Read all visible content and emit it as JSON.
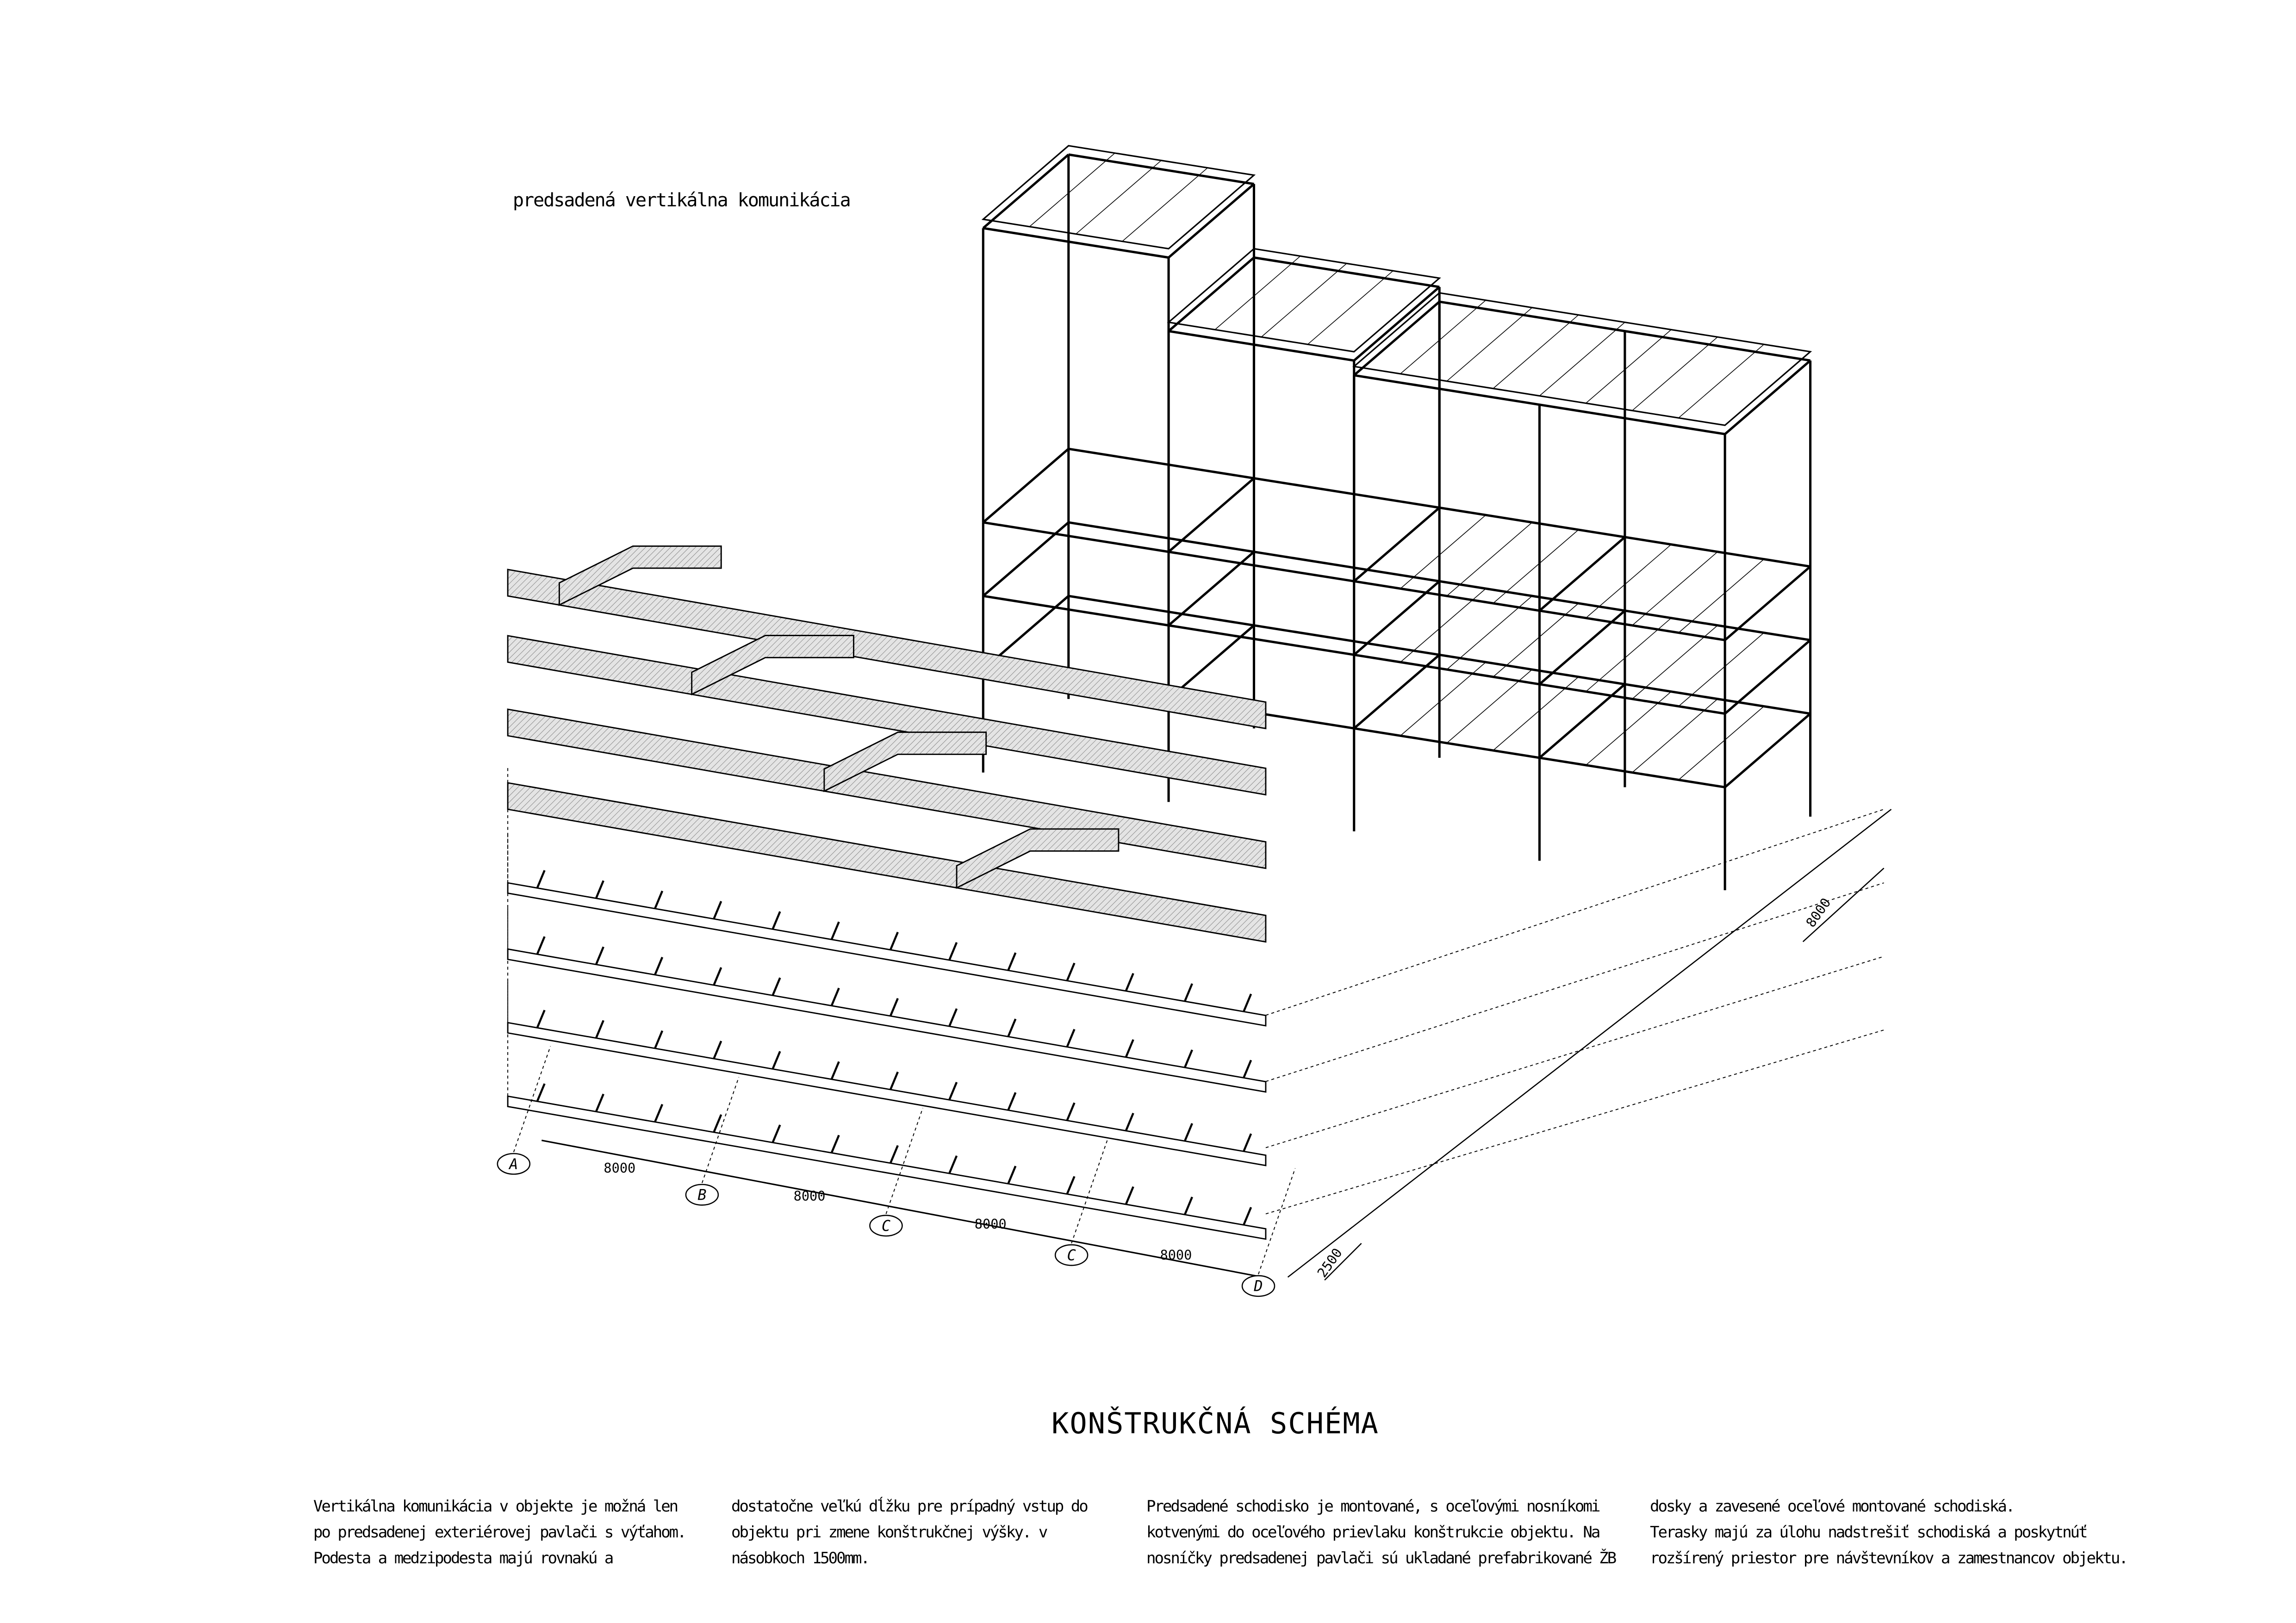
{
  "drawing": {
    "subtitle": "predsadená vertikálna komunikácia",
    "title": "KONŠTRUKČNÁ SCHÉMA",
    "grid_axes": [
      "A",
      "B",
      "C",
      "C",
      "D"
    ],
    "bay_dimensions": [
      "8000",
      "8000",
      "8000",
      "8000"
    ],
    "depth_dimension": "8000",
    "gallery_dimension": "2500"
  },
  "text_columns": [
    {
      "lines": [
        "Vertikálna komunikácia v objekte je možná len",
        "po predsadenej exteriérovej pavlači s výťahom.",
        "Podesta a medzipodesta majú rovnakú a"
      ]
    },
    {
      "lines": [
        "dostatočne veľkú dĺžku pre prípadný vstup do",
        "objektu pri zmene konštrukčnej výšky. v",
        "násobkoch 1500mm."
      ]
    },
    {
      "lines": [
        "Predsadené schodisko je montované, s oceľovými nosníkomi",
        "kotvenými do oceľového prievlaku konštrukcie objektu. Na",
        "nosníčky predsadenej pavlači sú ukladané prefabrikované ŽB"
      ]
    },
    {
      "lines": [
        "dosky a zavesené oceľové montované schodiská.",
        "Terasky majú za úlohu nadstrešiť schodiská a poskytnúť",
        "rozšírený priestor pre návštevníkov a zamestnancov objektu."
      ]
    }
  ]
}
